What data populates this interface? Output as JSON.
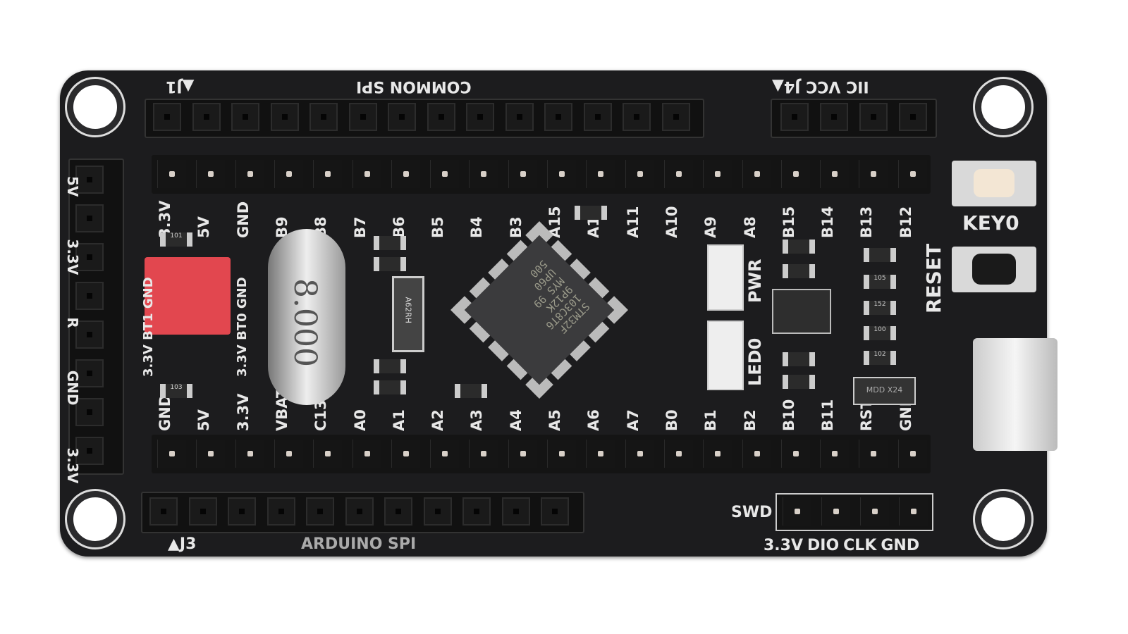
{
  "board": {
    "top_left_label": "▲J1",
    "top_center_label": "COMMON SPI",
    "top_right_label": "IIC VCC J4▲",
    "bottom_left_label": "▲J3",
    "bottom_center_label": "ARDUINO SPI",
    "swd_label": "SWD",
    "swd_pins": [
      "3.3V",
      "DIO",
      "CLK",
      "GND"
    ],
    "top_pins": [
      "3.3V",
      "5V",
      "GND",
      "B9",
      "B8",
      "B7",
      "B6",
      "B5",
      "B4",
      "B3",
      "A15",
      "A12",
      "A11",
      "A10",
      "A9",
      "A8",
      "B15",
      "B14",
      "B13",
      "B12"
    ],
    "bottom_pins": [
      "GND",
      "5V",
      "3.3V",
      "VBAT",
      "C13",
      "A0",
      "A1",
      "A2",
      "A3",
      "A4",
      "A5",
      "A6",
      "A7",
      "B0",
      "B1",
      "B2",
      "B10",
      "B11",
      "RST",
      "GND"
    ],
    "left_labels": [
      "5V",
      "3.3V",
      "R",
      "GND",
      "3.3V"
    ],
    "jumper_labels": [
      "3.3V BT1 GND",
      "3.3V BT0 GND"
    ],
    "crystal": "8.000",
    "chip_lines": [
      "STM32F",
      "103C8T6",
      "9P12K",
      "MYS 99",
      "UP60",
      "500"
    ],
    "led_labels": [
      "PWR",
      "LED0"
    ],
    "button_labels": [
      "KEY0",
      "RESET"
    ],
    "smd_codes": [
      "101",
      "103",
      "105",
      "152",
      "100",
      "102",
      "MDD X24"
    ],
    "crystal_small": "A62RH"
  }
}
